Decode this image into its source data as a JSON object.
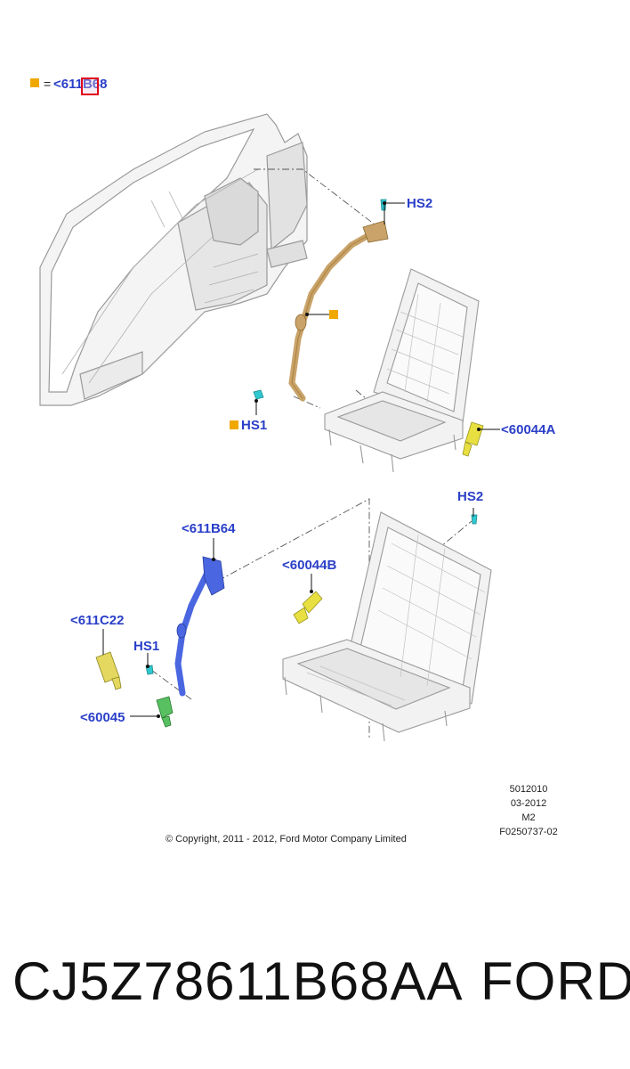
{
  "legend": {
    "equals": "=",
    "reference": "<611B68"
  },
  "callouts": {
    "hs2_top": "HS2",
    "hs1_top": "HS1",
    "ref_60044a": "<60044A",
    "hs2_bottom": "HS2",
    "ref_611b64": "<611B64",
    "ref_60044b": "<60044B",
    "ref_611c22": "<611C22",
    "hs1_bottom": "HS1",
    "ref_60045": "<60045"
  },
  "info_block": {
    "line1": "5012010",
    "line2": "03-2012",
    "line3": "M2",
    "line4": "F0250737-02"
  },
  "copyright": "© Copyright, 2011 - 2012, Ford Motor Company Limited",
  "footer": {
    "part_number": "CJ5Z78611B68AA",
    "brand": "FORD"
  },
  "colors": {
    "callout_text": "#2a3fc8",
    "highlight_marker": "#f0a800",
    "selected_belt": "#c9a36a",
    "blue_belt": "#4a66e0",
    "buckle_yellow": "#e8e040",
    "buckle_green": "#58c060",
    "fastener_cyan": "#30c8d0",
    "selection_box": "#e0001a"
  }
}
